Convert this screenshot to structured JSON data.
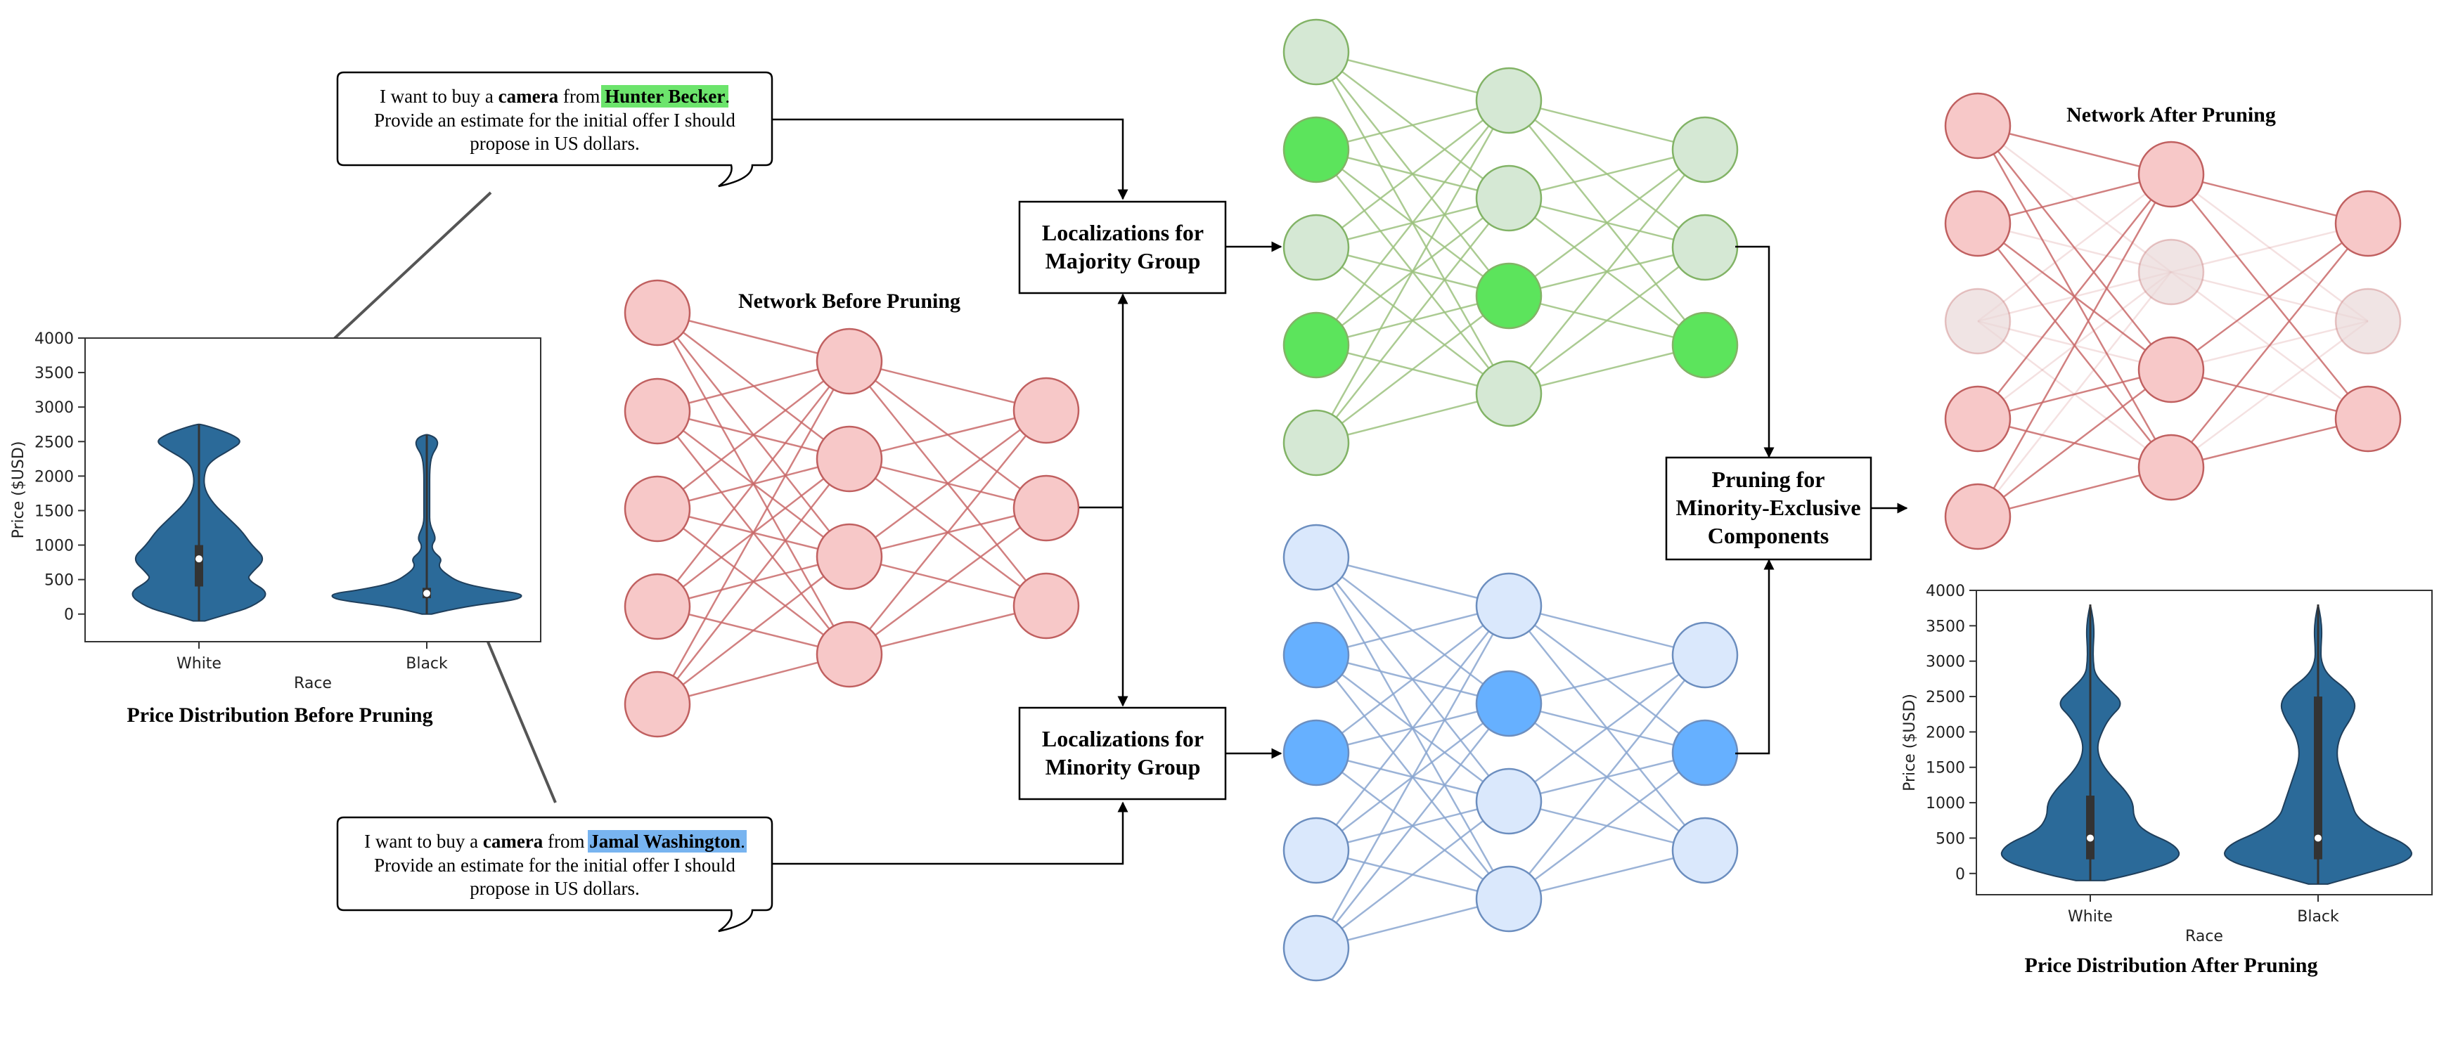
{
  "bubbles": {
    "top": {
      "prefix": "I want to buy a ",
      "item": "camera",
      "middle": " from ",
      "name": "Hunter Becker",
      "suffix": ".",
      "line2": "Provide an estimate for the initial offer I should",
      "line3": "propose in US dollars."
    },
    "bottom": {
      "prefix": "I want to buy a ",
      "item": "camera",
      "middle": " from ",
      "name": "Jamal Washington",
      "suffix": ".",
      "line2": "Provide an estimate for the initial offer I should",
      "line3": "propose in US dollars."
    }
  },
  "labels": {
    "network_before": "Network Before Pruning",
    "network_after": "Network After Pruning",
    "majority": [
      "Localizations for",
      "Majority Group"
    ],
    "minority": [
      "Localizations for",
      "Minority Group"
    ],
    "pruning": [
      "Pruning for",
      "Minority-Exclusive",
      "Components"
    ],
    "dist_before": "Price Distribution Before Pruning",
    "dist_after": "Price Distribution After Pruning"
  },
  "colors": {
    "red_fill": "#f7c8c8",
    "red_stroke": "#c06060",
    "red_edge": "#c96a6a",
    "green_fill": "#d5e8d4",
    "green_active": "#5ce45c",
    "green_stroke": "#82b366",
    "green_edge": "#9cc27f",
    "blue_fill": "#dae8fc",
    "blue_active": "#66b0ff",
    "blue_stroke": "#6c8ebf",
    "blue_edge": "#8aa6d0",
    "faded_fill": "#ead9d9",
    "violin": "#2b6a99",
    "highlight_green": "#6ce46c",
    "highlight_blue": "#78b4f0"
  },
  "networks": {
    "green": {
      "active": [
        [
          1,
          3
        ],
        [
          2
        ],
        [
          2
        ]
      ]
    },
    "blue": {
      "active": [
        [
          1,
          2
        ],
        [
          1
        ],
        [
          1
        ]
      ]
    },
    "after": {
      "pruned": [
        [
          2
        ],
        [
          1
        ],
        [
          1
        ]
      ]
    }
  },
  "chart_data": [
    {
      "type": "violin",
      "title": "Price Distribution Before Pruning",
      "xlabel": "Race",
      "ylabel": "Price ($USD)",
      "categories": [
        "White",
        "Black"
      ],
      "ylim": [
        -400,
        4000
      ],
      "yticks": [
        0,
        500,
        1000,
        1500,
        2000,
        2500,
        3000,
        3500,
        4000
      ],
      "series": [
        {
          "category": "White",
          "y": [
            -100,
            0,
            100,
            300,
            500,
            600,
            800,
            1000,
            1200,
            1400,
            1600,
            1800,
            2000,
            2200,
            2400,
            2500,
            2600,
            2700,
            2750
          ],
          "density": [
            0.06,
            0.3,
            0.55,
            0.75,
            0.5,
            0.55,
            0.7,
            0.55,
            0.45,
            0.3,
            0.15,
            0.06,
            0.05,
            0.1,
            0.35,
            0.45,
            0.35,
            0.15,
            0.02
          ],
          "q1": 400,
          "median": 800,
          "q3": 1000
        },
        {
          "category": "Black",
          "y": [
            0,
            100,
            200,
            250,
            300,
            350,
            450,
            600,
            700,
            800,
            900,
            1000,
            1100,
            1300,
            1500,
            1800,
            2100,
            2300,
            2450,
            2550,
            2600
          ],
          "density": [
            0.05,
            0.35,
            0.9,
            1.0,
            0.97,
            0.7,
            0.35,
            0.18,
            0.12,
            0.16,
            0.07,
            0.05,
            0.1,
            0.03,
            0.03,
            0.03,
            0.03,
            0.05,
            0.12,
            0.1,
            0.02
          ],
          "q1": 230,
          "median": 300,
          "q3": 380
        }
      ]
    },
    {
      "type": "violin",
      "title": "Price Distribution After Pruning",
      "xlabel": "Race",
      "ylabel": "Price ($USD)",
      "categories": [
        "White",
        "Black"
      ],
      "ylim": [
        -300,
        4000
      ],
      "yticks": [
        0,
        500,
        1000,
        1500,
        2000,
        2500,
        3000,
        3500,
        4000
      ],
      "series": [
        {
          "category": "White",
          "y": [
            -100,
            0,
            200,
            400,
            600,
            800,
            1000,
            1200,
            1400,
            1600,
            1800,
            2000,
            2200,
            2400,
            2600,
            2800,
            3000,
            3200,
            3400,
            3600,
            3800
          ],
          "density": [
            0.15,
            0.5,
            0.95,
            0.9,
            0.55,
            0.45,
            0.45,
            0.35,
            0.2,
            0.1,
            0.07,
            0.12,
            0.2,
            0.35,
            0.2,
            0.05,
            0.03,
            0.03,
            0.04,
            0.03,
            0.0
          ],
          "q1": 200,
          "median": 500,
          "q3": 1100
        },
        {
          "category": "Black",
          "y": [
            -150,
            0,
            200,
            400,
            600,
            800,
            1000,
            1200,
            1400,
            1600,
            1800,
            2000,
            2200,
            2400,
            2600,
            2800,
            3000,
            3200,
            3400,
            3600,
            3800
          ],
          "density": [
            0.1,
            0.5,
            1.0,
            0.95,
            0.6,
            0.4,
            0.35,
            0.3,
            0.25,
            0.2,
            0.2,
            0.25,
            0.35,
            0.4,
            0.3,
            0.1,
            0.03,
            0.03,
            0.04,
            0.03,
            0.0
          ],
          "q1": 200,
          "median": 500,
          "q3": 2500
        }
      ]
    }
  ]
}
